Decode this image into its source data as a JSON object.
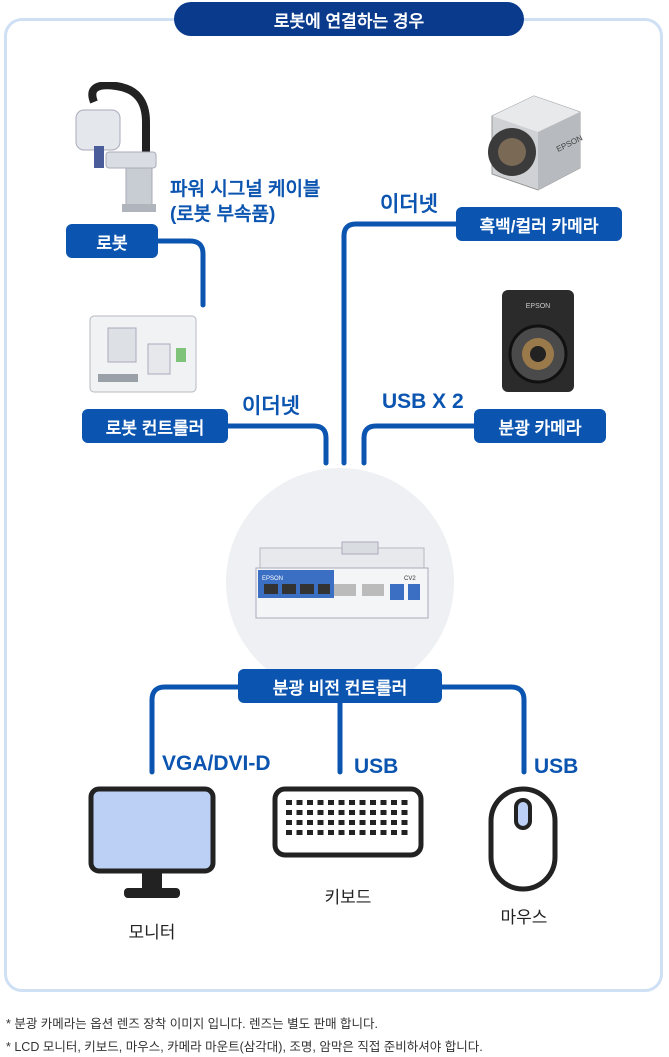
{
  "title": "로봇에 연결하는 경우",
  "labels": {
    "robot": "로봇",
    "robot_controller": "로봇 컨트롤러",
    "mono_color_camera": "흑백/컬러 카메라",
    "spectral_camera": "분광 카메라",
    "vision_controller": "분광 비전 컨트롤러"
  },
  "connections": {
    "power_signal_cable_line1": "파워 시그널 케이블",
    "power_signal_cable_line2": "(로봇 부속품)",
    "ethernet_controller": "이더넷",
    "ethernet_camera": "이더넷",
    "usb_x2": "USB X 2",
    "vga_dvi": "VGA/DVI-D",
    "usb_keyboard": "USB",
    "usb_mouse": "USB"
  },
  "devices": {
    "monitor": "모니터",
    "keyboard": "키보드",
    "mouse": "마우스",
    "brand": "EPSON",
    "model": "CV2"
  },
  "notes": [
    "* 분광 카메라는 옵션 렌즈 장착 이미지 입니다. 렌즈는 별도 판매 합니다.",
    "* LCD 모니터, 키보드, 마우스, 카메라 마운트(삼각대), 조명, 암막은 직접 준비하셔야 합니다."
  ],
  "colors": {
    "primary": "#0b55b0",
    "title_bg": "#0a3a8c",
    "frame": "#cfe0f5"
  }
}
